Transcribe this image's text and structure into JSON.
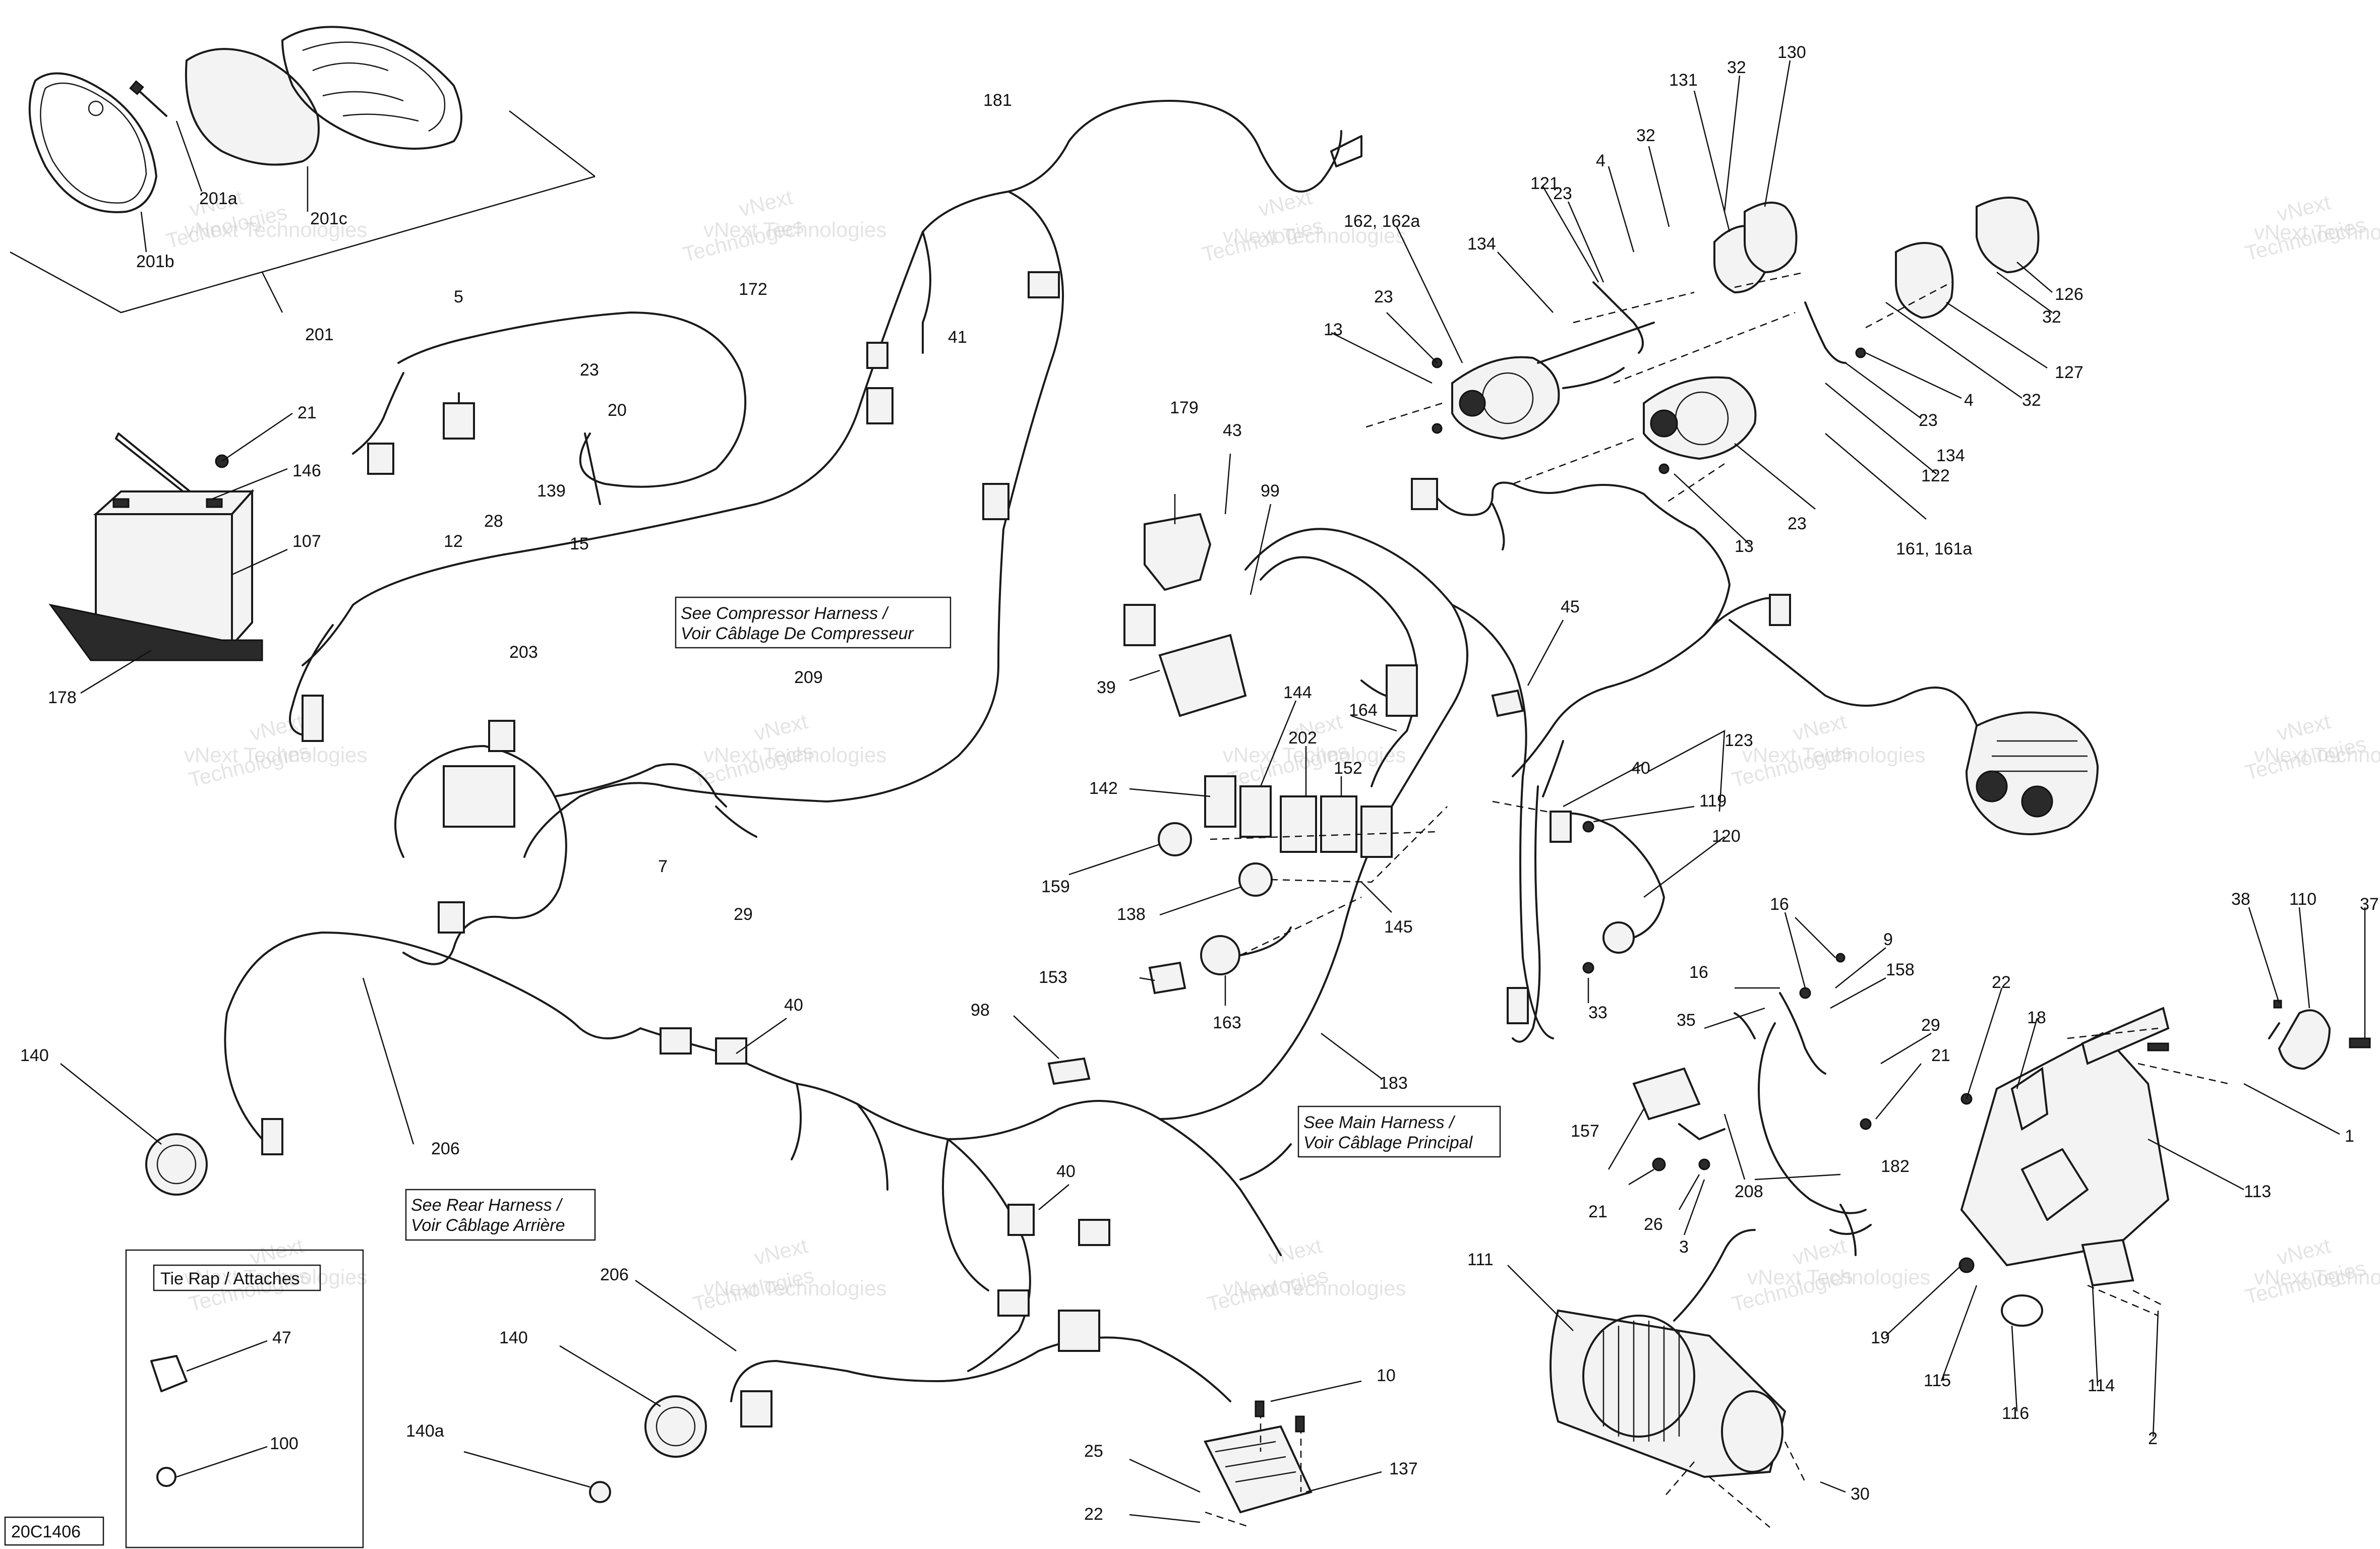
{
  "diagram_id": "20C1406",
  "watermark": {
    "line1": "vNext",
    "line2": "Technologies",
    "caption": "vNext Technologies"
  },
  "notes": {
    "compressor": [
      "See Compressor Harness /",
      "Voir Câblage De Compresseur"
    ],
    "main": [
      "See Main Harness /",
      "Voir Câblage Principal"
    ],
    "rear": [
      "See Rear Harness /",
      "Voir Câblage Arrière"
    ]
  },
  "legend": {
    "title": "Tie Rap / Attaches",
    "items": [
      "47",
      "100"
    ]
  },
  "callouts": {
    "c181": "181",
    "c172": "172",
    "c5": "5",
    "c201": "201",
    "c201a": "201a",
    "c201b": "201b",
    "c201c": "201c",
    "c23a": "23",
    "c20": "20",
    "c139": "139",
    "c28": "28",
    "c12": "12",
    "c15": "15",
    "c41": "41",
    "c21a": "21",
    "c146": "146",
    "c107": "107",
    "c178": "178",
    "c203": "203",
    "c209": "209",
    "c7": "7",
    "c29a": "29",
    "c179": "179",
    "c43": "43",
    "c99": "99",
    "c39": "39",
    "c144": "144",
    "c164": "164",
    "c202": "202",
    "c152": "152",
    "c142": "142",
    "c159": "159",
    "c138": "138",
    "c145": "145",
    "c163": "163",
    "c153": "153",
    "c98": "98",
    "c183": "183",
    "c40a": "40",
    "c40b": "40",
    "c40c": "40",
    "c206a": "206",
    "c206b": "206",
    "c140a": "140",
    "c140b": "140",
    "c140c": "140a",
    "c10": "10",
    "c137": "137",
    "c25": "25",
    "c22a": "22",
    "c162": "162, 162a",
    "c23b": "23",
    "c13a": "13",
    "c134a": "134",
    "c121": "121",
    "c23c": "23",
    "c4a": "4",
    "c32a": "32",
    "c32b": "32",
    "c131": "131",
    "c130": "130",
    "c126": "126",
    "c32c": "32",
    "c127": "127",
    "c32d": "32",
    "c4b": "4",
    "c23d": "23",
    "c134b": "134",
    "c122": "122",
    "c13b": "13",
    "c23e": "23",
    "c161": "161, 161a",
    "c45": "45",
    "c123": "123",
    "c119": "119",
    "c120": "120",
    "c33": "33",
    "c16a": "16",
    "c16b": "16",
    "c9": "9",
    "c158": "158",
    "c35": "35",
    "c29b": "29",
    "c21b": "21",
    "c157": "157",
    "c208": "208",
    "c182": "182",
    "c21c": "21",
    "c26": "26",
    "c3": "3",
    "c111": "111",
    "c30": "30",
    "c38": "38",
    "c110": "110",
    "c37": "37",
    "c22b": "22",
    "c18": "18",
    "c1": "1",
    "c113": "113",
    "c19": "19",
    "c115": "115",
    "c116": "116",
    "c114": "114",
    "c2": "2"
  },
  "colors": {
    "line": "#1a1a1a",
    "background": "#ffffff",
    "watermark": "#cfcfcf"
  }
}
